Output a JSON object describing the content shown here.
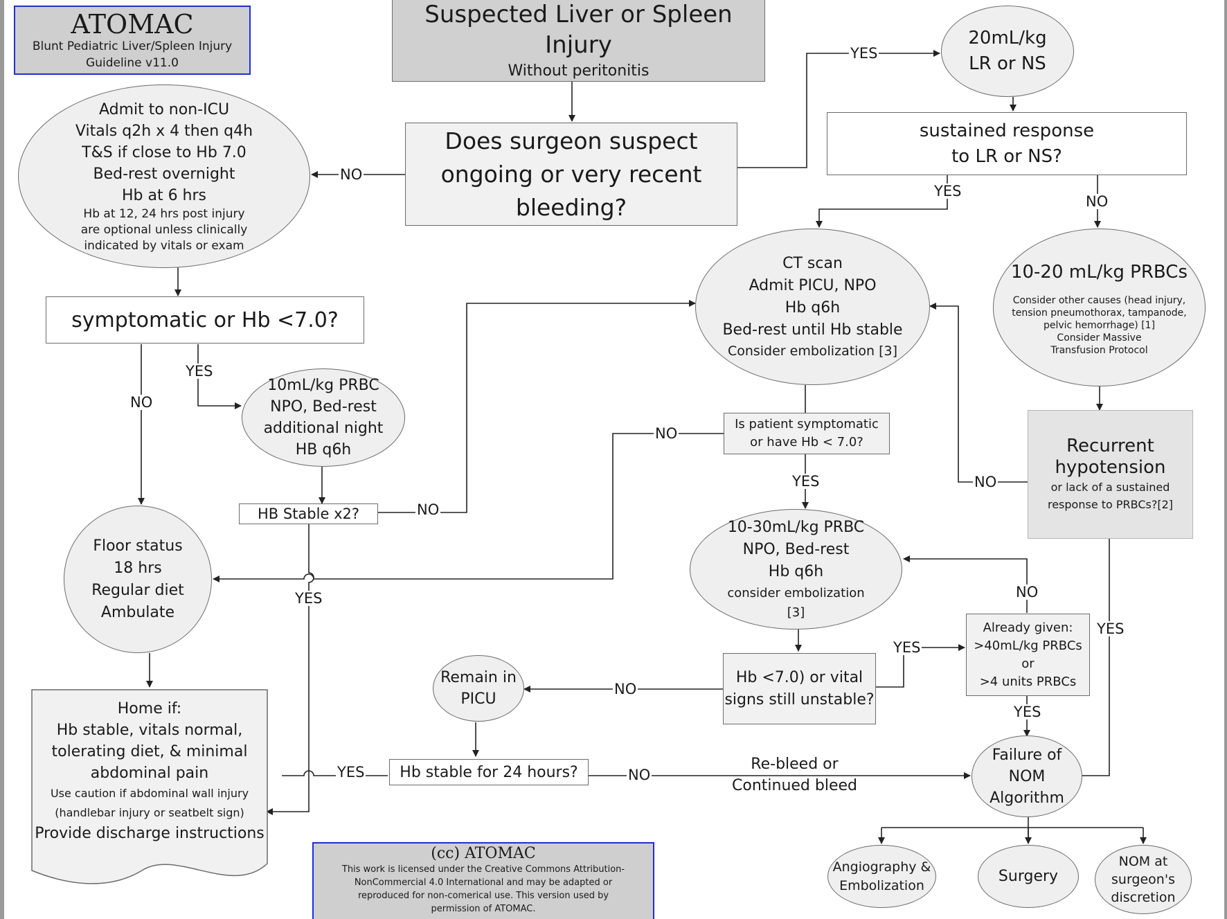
{
  "title_box": {
    "title": "ATOMAC",
    "line1": "Blunt Pediatric Liver/Spleen Injury",
    "line2": "Guideline v11.0"
  },
  "start": {
    "title": "Suspected Liver or Spleen Injury",
    "subtitle": "Without peritonitis"
  },
  "q_bleeding": {
    "lines": [
      "Does surgeon suspect",
      "ongoing or very recent",
      "bleeding?"
    ]
  },
  "admit_nonicu": {
    "lines": [
      "Admit to non-ICU",
      "Vitals q2h x 4 then q4h",
      "T&S if close to Hb 7.0",
      "Bed-rest overnight",
      "Hb at 6 hrs"
    ],
    "small_lines": [
      "Hb at 12, 24 hrs post injury",
      "are optional unless clinically",
      "indicated by vitals or exam"
    ]
  },
  "fluid_bolus": {
    "lines": [
      "20mL/kg",
      "LR or NS"
    ]
  },
  "q_sustained": {
    "lines": [
      "sustained response",
      "to LR or NS?"
    ]
  },
  "ct_scan": {
    "lines": [
      "CT scan",
      "Admit PICU, NPO",
      "Hb q6h",
      "Bed-rest until Hb stable"
    ],
    "small": "Consider embolization [3]"
  },
  "prbc_10_20": {
    "title": "10-20 mL/kg PRBCs",
    "small_lines": [
      "Consider other causes (head injury,",
      "tension pneumothorax, tampanode,",
      "pelvic hemorrhage) [1]",
      "Consider Massive",
      "Transfusion Protocol"
    ]
  },
  "q_symptomatic": {
    "text": "symptomatic or  Hb <7.0?"
  },
  "prbc_10": {
    "lines": [
      "10mL/kg PRBC",
      "NPO, Bed-rest",
      "additional night",
      "HB q6h"
    ]
  },
  "q_hb_stable_x2": {
    "text": "HB Stable x2?"
  },
  "q_patient_symptomatic": {
    "lines": [
      "Is patient symptomatic",
      "or have Hb < 7.0?"
    ]
  },
  "recurrent": {
    "lines": [
      "Recurrent",
      "hypotension"
    ],
    "small_lines": [
      "or lack of a  sustained",
      "response to PRBCs?[2]"
    ]
  },
  "floor_status": {
    "lines": [
      "Floor status",
      "18 hrs",
      "Regular diet",
      "Ambulate"
    ]
  },
  "prbc_10_30": {
    "lines": [
      "10-30mL/kg PRBC",
      "NPO, Bed-rest",
      "Hb q6h"
    ],
    "small_lines": [
      "consider embolization",
      "[3]"
    ]
  },
  "already_given": {
    "lines": [
      "Already given:",
      ">40mL/kg PRBCs",
      "or",
      ">4 units PRBCs"
    ]
  },
  "remain_picu": {
    "lines": [
      "Remain in",
      "PICU"
    ]
  },
  "q_vitals": {
    "lines": [
      "Hb <7.0) or vital",
      "signs still unstable?"
    ]
  },
  "home": {
    "lines": [
      "Home if:",
      "Hb stable, vitals normal,",
      "tolerating diet, & minimal",
      "abdominal pain"
    ],
    "small_lines": [
      "Use caution if abdominal wall injury",
      "(handlebar injury or seatbelt sign)"
    ],
    "last": "Provide discharge instructions"
  },
  "q_hb24": {
    "text": "Hb stable for 24 hours?"
  },
  "failure": {
    "lines": [
      "Failure of",
      "NOM",
      "Algorithm"
    ]
  },
  "rebleed": {
    "lines": [
      "Re-bleed or",
      "Continued bleed"
    ]
  },
  "angio": {
    "lines": [
      "Angiography &",
      "Embolization"
    ]
  },
  "surgery": {
    "text": "Surgery"
  },
  "nom_surgeon": {
    "lines": [
      "NOM at",
      "surgeon's",
      "discretion"
    ]
  },
  "license": {
    "title": "(cc)  ATOMAC",
    "lines": [
      "This work is licensed under the Creative Commons Attribution-",
      "NonCommercial 4.0 International and may be adapted or",
      "reproduced for non-comerical use.  This version used by",
      "permission of ATOMAC."
    ]
  },
  "labels": {
    "yes": "YES",
    "no": "NO"
  }
}
